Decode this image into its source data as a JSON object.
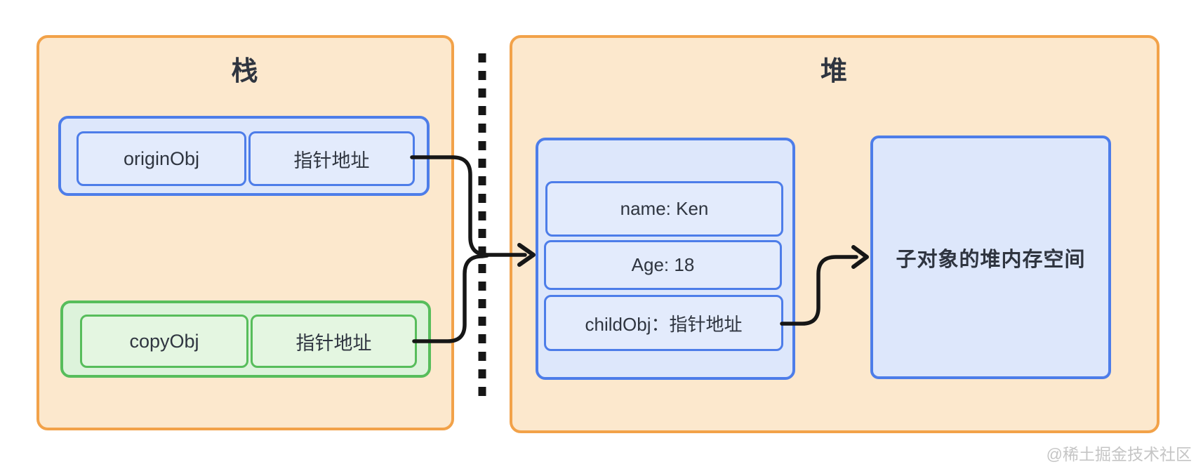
{
  "diagram": {
    "type": "memory-layout-diagram",
    "colors": {
      "panel_fill": "#fce8cd",
      "panel_border": "#f2a249",
      "blue_fill": "#dde7fb",
      "blue_border": "#4d7de9",
      "green_fill": "#ddf3db",
      "green_border": "#57bd5b",
      "text": "#2f3540",
      "line": "#161616",
      "watermark": "#c5c5c5"
    }
  },
  "stack_panel": {
    "title": "栈",
    "origin_row": {
      "name_label": "originObj",
      "pointer_label": "指针地址"
    },
    "copy_row": {
      "name_label": "copyObj",
      "pointer_label": "指针地址"
    }
  },
  "heap_panel": {
    "title": "堆",
    "object_fields": [
      {
        "label": "name: Ken"
      },
      {
        "label": "Age: 18"
      },
      {
        "label": "childObj：指针地址"
      }
    ],
    "child_box_label": "子对象的堆内存空间"
  },
  "watermark": {
    "text": "@稀土掘金技术社区"
  }
}
